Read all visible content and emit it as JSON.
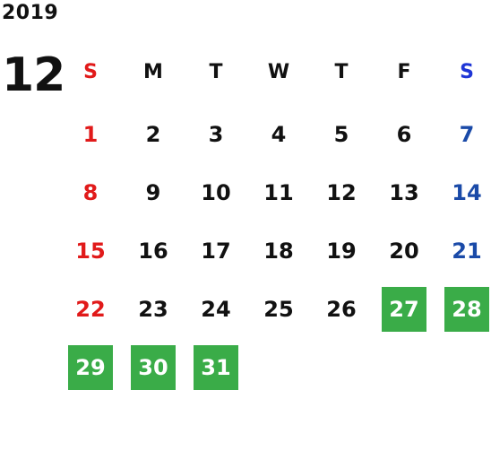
{
  "year": "2019",
  "month": "12",
  "colors": {
    "sunday": "#e11a1a",
    "saturday": "#1a4aa8",
    "holiday_bg": "#3aac48",
    "holiday_text": "#ffffff"
  },
  "weekdays": [
    "S",
    "M",
    "T",
    "W",
    "T",
    "F",
    "S"
  ],
  "weeks": [
    [
      "1",
      "2",
      "3",
      "4",
      "5",
      "6",
      "7"
    ],
    [
      "8",
      "9",
      "10",
      "11",
      "12",
      "13",
      "14"
    ],
    [
      "15",
      "16",
      "17",
      "18",
      "19",
      "20",
      "21"
    ],
    [
      "22",
      "23",
      "24",
      "25",
      "26",
      "27",
      "28"
    ],
    [
      "29",
      "30",
      "31",
      "",
      "",
      "",
      ""
    ]
  ],
  "highlighted_days": [
    "27",
    "28",
    "29",
    "30",
    "31"
  ]
}
